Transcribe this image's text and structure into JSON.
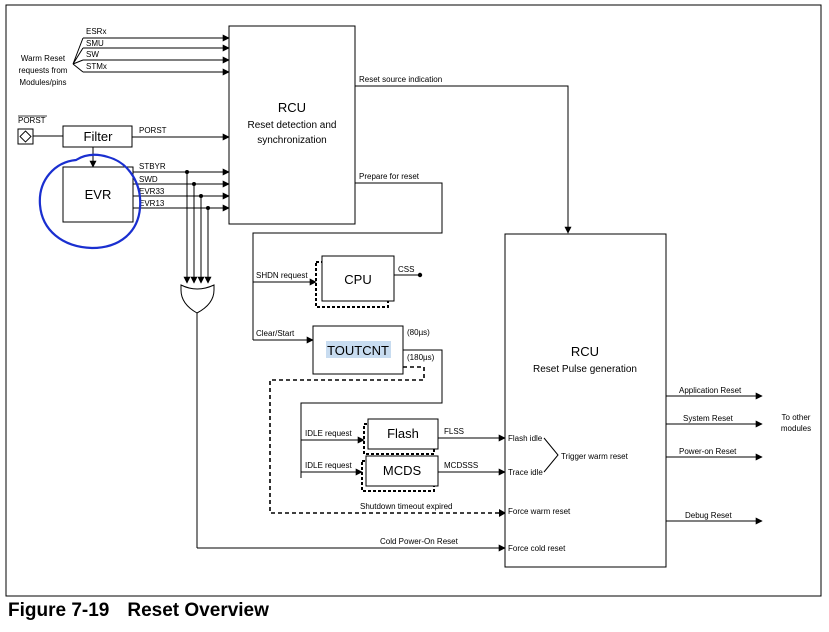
{
  "figure": {
    "number": "Figure 7-19",
    "title": "Reset Overview"
  },
  "blocks": {
    "rcu_top": {
      "title": "RCU",
      "line1": "Reset detection and",
      "line2": "synchronization"
    },
    "rcu_right": {
      "title": "RCU",
      "subtitle": "Reset Pulse generation"
    },
    "filter": "Filter",
    "evr": "EVR",
    "cpu": "CPU",
    "toutcnt": "TOUTCNT",
    "flash": "Flash",
    "mcds": "MCDS"
  },
  "inputs": {
    "warm_reset_note": [
      "Warm Reset",
      "requests from",
      "Modules/pins"
    ],
    "warm_reset_sources": [
      "ESRx",
      "SMU",
      "SW",
      "STMx"
    ],
    "porst_pin": "PORST",
    "porst_signal": "PORST",
    "evr_signals": [
      "STBYR",
      "SWD",
      "EVR33",
      "EVR13"
    ]
  },
  "signals": {
    "reset_source_indication": "Reset source indication",
    "prepare_for_reset": "Prepare for reset",
    "shdn_request": "SHDN request",
    "css": "CSS",
    "clear_start": "Clear/Start",
    "timeout_80": "(80µs)",
    "timeout_180": "(180µs)",
    "idle_request_flash": "IDLE request",
    "idle_request_mcds": "IDLE request",
    "flss": "FLSS",
    "mcdsss": "MCDSSS",
    "flash_idle": "Flash idle",
    "trace_idle": "Trace idle",
    "trigger_warm_reset": "Trigger warm reset",
    "shutdown_timeout_expired": "Shutdown timeout expired",
    "force_warm_reset": "Force warm reset",
    "cold_power_on_reset": "Cold Power-On Reset",
    "force_cold_reset": "Force cold reset"
  },
  "outputs": {
    "application_reset": "Application Reset",
    "system_reset": "System Reset",
    "power_on_reset": "Power-on Reset",
    "debug_reset": "Debug Reset",
    "to_other_modules": [
      "To other",
      "modules"
    ]
  },
  "colors": {
    "annotation_circle": "#1a2fd0",
    "highlight": "#c8dcf0",
    "line": "#000000"
  }
}
